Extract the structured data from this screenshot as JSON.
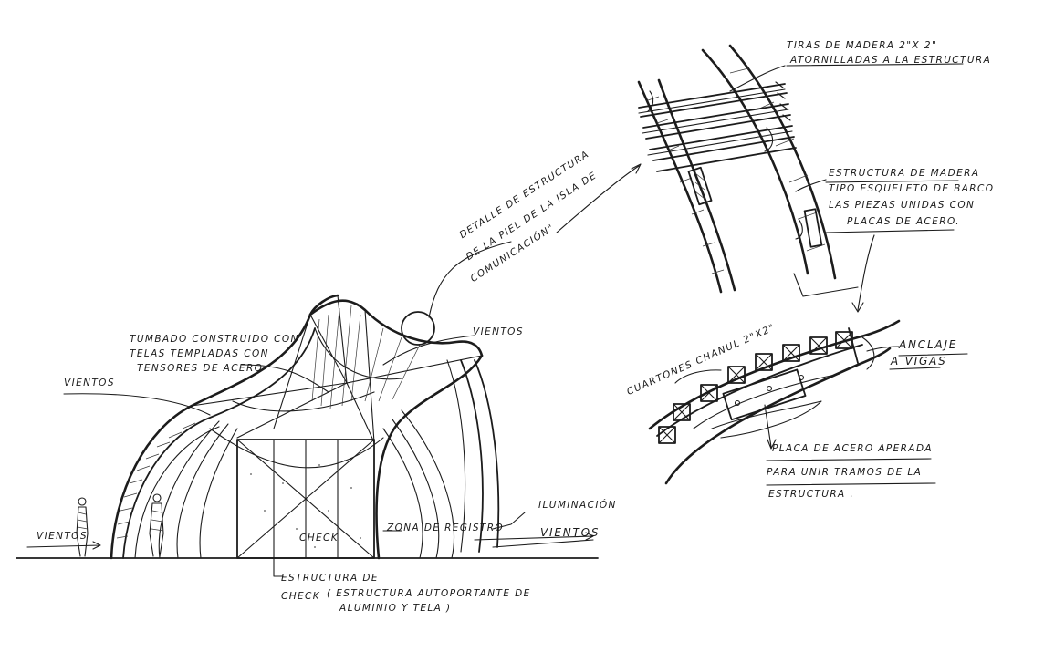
{
  "labels": {
    "ceiling_1": "Tumbado construido con",
    "ceiling_2": "telas templadas con",
    "ceiling_3": "tensores de acero",
    "winds_left": "Vientos",
    "winds_top": "Vientos",
    "winds_ground_left": "Vientos",
    "winds_right": "Vientos",
    "lighting": "Iluminación",
    "registration": "Zona de registro",
    "check": "Check",
    "structure_1": "Estructura de",
    "structure_2": "Check",
    "structure_3": "( Estructura autoportante de",
    "structure_4": "aluminio y tela )",
    "detail_1": "Detalle de estructura",
    "detail_2": "de la piel de la isla de",
    "detail_3": "comunicación\"",
    "wood_strips_1": "Tiras de madera 2\"x 2\"",
    "wood_strips_2": "Atornilladas a la estructura",
    "wood_struct_1": "Estructura de madera",
    "wood_struct_2": "tipo esqueleto de barco",
    "wood_struct_3": "las piezas unidas con",
    "wood_struct_4": "placas de acero.",
    "chanul": "Cuartones chanul 2\"x2\"",
    "anchor_1": "Anclaje",
    "anchor_2": "a vigas",
    "plate_1": "Placa de acero aperada",
    "plate_2": "para unir tramos de la",
    "plate_3": "estructura ."
  }
}
